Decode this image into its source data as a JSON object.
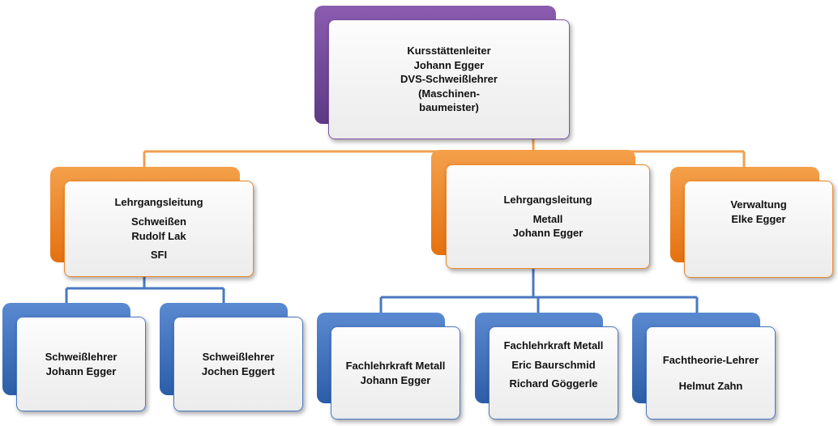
{
  "colors": {
    "purple": "#6b4596",
    "orange": "#ee8a2c",
    "blue": "#3a6ebc",
    "connector_orange": "#f0a050",
    "connector_blue": "#4a78c0"
  },
  "nodes": {
    "leiter": [
      "Kursstättenleiter",
      "Johann Egger",
      "DVS-Schweißlehrer",
      "(Maschinen-",
      "baumeister)"
    ],
    "lg_schweissen": [
      "Lehrgangsleitung",
      "Schweißen",
      "Rudolf Lak",
      "SFI"
    ],
    "lg_metall": [
      "Lehrgangsleitung",
      "Metall",
      "Johann Egger"
    ],
    "verwaltung": [
      "Verwaltung",
      "Elke Egger"
    ],
    "sl_egger": [
      "Schweißlehrer",
      "Johann Egger"
    ],
    "sl_eggert": [
      "Schweißlehrer",
      "Jochen Eggert"
    ],
    "fk_egger": [
      "Fachlehrkraft Metall",
      "Johann Egger"
    ],
    "fk_baurschmid": [
      "Fachlehrkraft Metall",
      "Eric Baurschmid",
      "Richard Göggerle"
    ],
    "ft_zahn": [
      "Fachtheorie-Lehrer",
      "Helmut Zahn"
    ]
  }
}
